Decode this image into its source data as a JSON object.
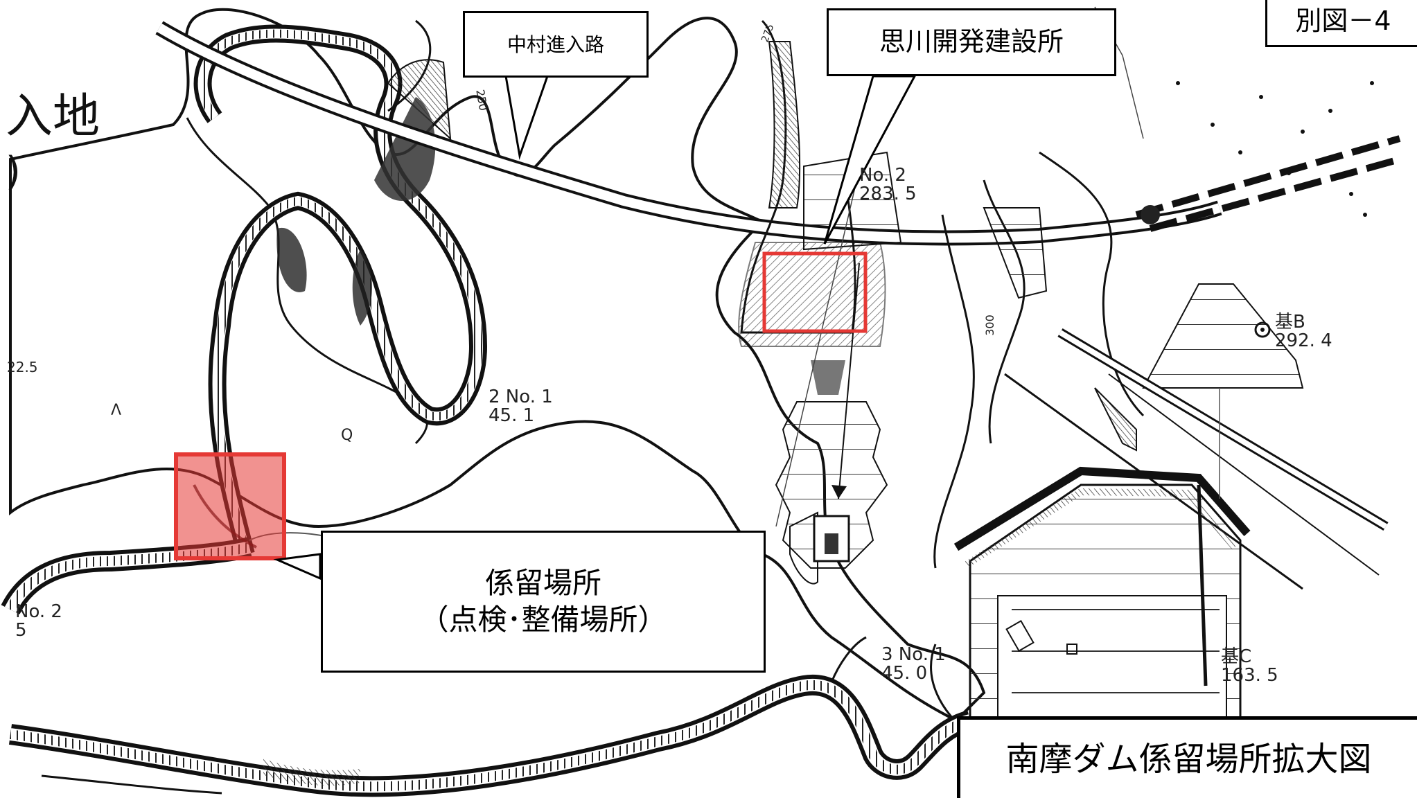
{
  "figure_number": "別図－4",
  "figure_title": "南摩ダム係留場所拡大図",
  "callouts": {
    "nakamura_access": "中村進入路",
    "omoigawa_office": "思川開発建設所",
    "mooring_line1": "係留場所",
    "mooring_line2": "（点検･整備場所）"
  },
  "left_fragments": {
    "title_fragment": "入地",
    "paren_fragment": ")",
    "elevation_left": "22.5",
    "symbol_a": "Λ",
    "symbol_q": "Q"
  },
  "survey_points": [
    {
      "label": "No. 2",
      "value": "283. 5"
    },
    {
      "label": "2 No. 1",
      "value": "45. 1"
    },
    {
      "label": "基B",
      "value": "292. 4"
    },
    {
      "label": "3 No. 1",
      "value": "45. 0"
    },
    {
      "label": "基C",
      "value": "163. 5"
    },
    {
      "label": "No. 2",
      "value": "5"
    }
  ],
  "contour_labels": [
    "250",
    "300",
    "275"
  ],
  "colors": {
    "highlight": "#e53935",
    "highlight_fill": "rgba(229,57,53,0.55)",
    "linework": "#111111"
  }
}
